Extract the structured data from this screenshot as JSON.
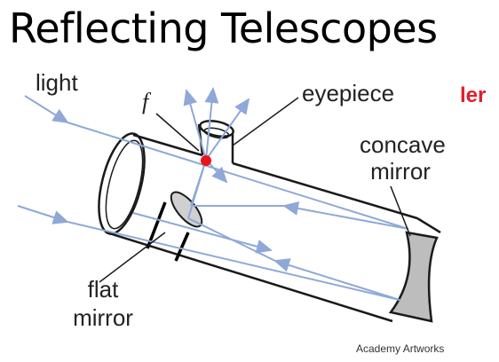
{
  "title": "Reflecting Telescopes",
  "labels": {
    "light": "light",
    "focal_point": "f",
    "eyepiece": "eyepiece",
    "concave_mirror_line1": "concave",
    "concave_mirror_line2": "mirror",
    "flat_mirror_line1": "flat",
    "flat_mirror_line2": "mirror"
  },
  "annotation": "ler",
  "credit": "Academy Artworks",
  "colors": {
    "ray": "#8fa8d8",
    "outline": "#1a1a1a",
    "mirror_fill": "#bdbdbd",
    "focus_dot": "#e8141c",
    "annotation": "#e0202a"
  }
}
